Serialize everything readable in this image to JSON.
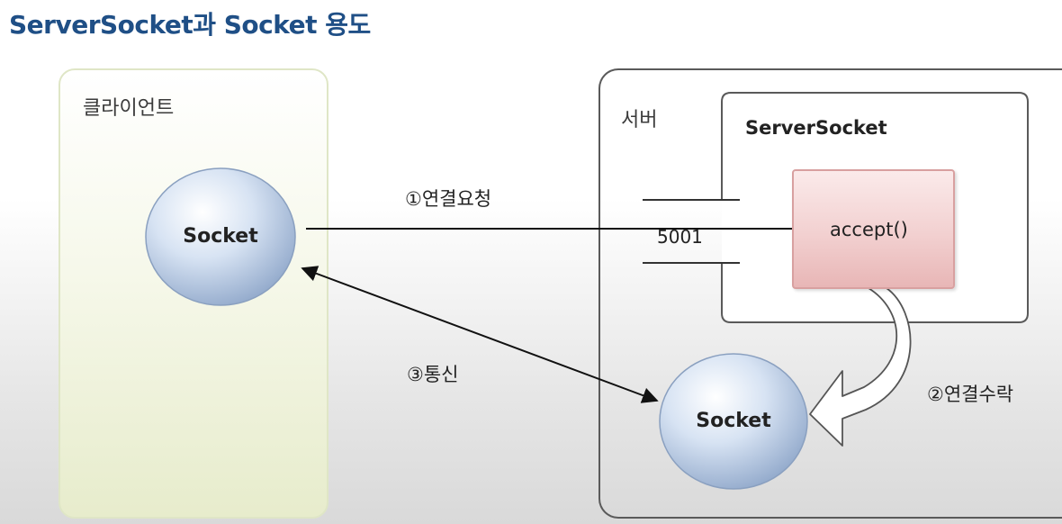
{
  "title": "ServerSocket과 Socket 용도",
  "client": {
    "label": "클라이언트",
    "socket_label": "Socket"
  },
  "server": {
    "label": "서버",
    "server_socket_label": "ServerSocket",
    "port": "5001",
    "accept_label": "accept()",
    "socket_label": "Socket"
  },
  "edges": {
    "connect_request": "①연결요청",
    "connect_accept": "②연결수락",
    "communicate": "③통신"
  }
}
